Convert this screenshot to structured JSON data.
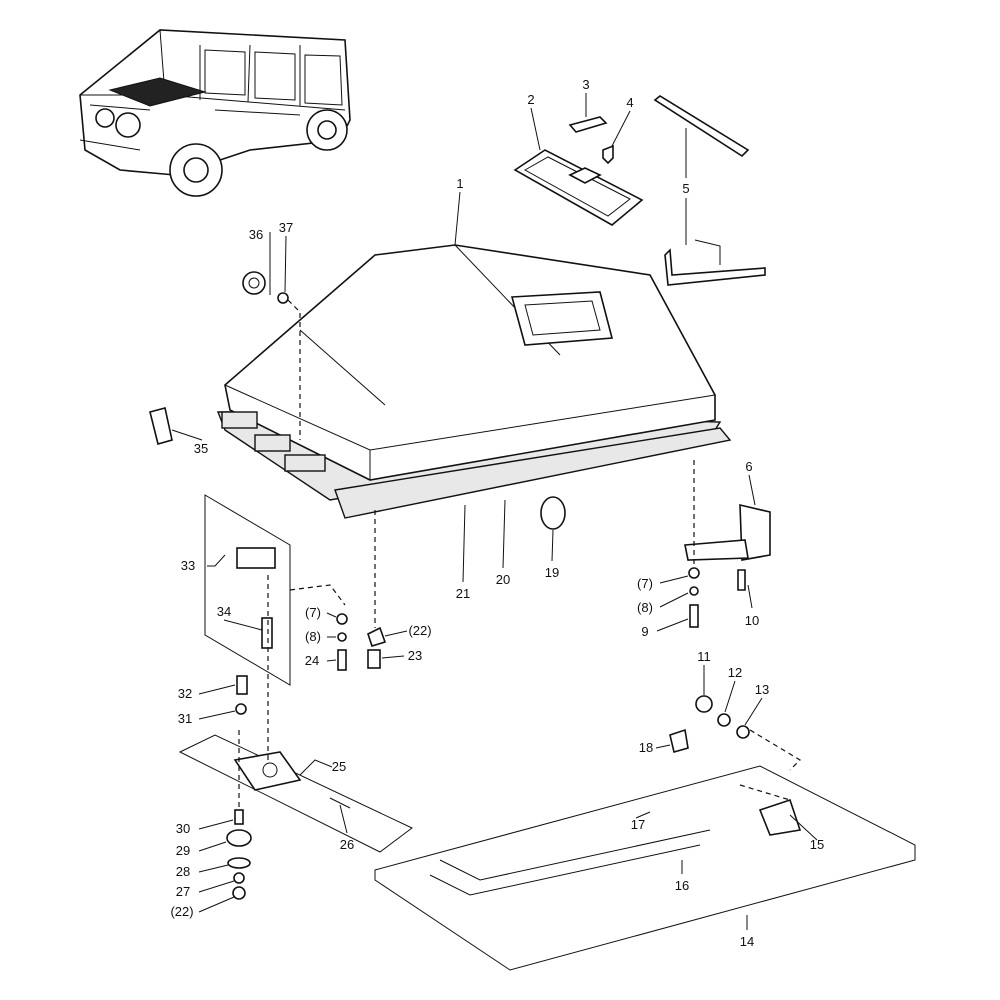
{
  "title": "Hood assembly exploded parts diagram",
  "labels": {
    "p1": "1",
    "p2": "2",
    "p3": "3",
    "p4": "4",
    "p5": "5",
    "p6": "6",
    "p7a": "(7)",
    "p8a": "(8)",
    "p9": "9",
    "p10": "10",
    "p11": "11",
    "p12": "12",
    "p13": "13",
    "p14": "14",
    "p15": "15",
    "p16": "16",
    "p17": "17",
    "p18": "18",
    "p19": "19",
    "p20": "20",
    "p21": "21",
    "p22a": "(22)",
    "p23": "23",
    "p24": "24",
    "p7b": "(7)",
    "p8b": "(8)",
    "p25": "25",
    "p26": "26",
    "p27": "27",
    "p22b": "(22)",
    "p28": "28",
    "p29": "29",
    "p30": "30",
    "p31": "31",
    "p32": "32",
    "p33": "33",
    "p34": "34",
    "p35": "35",
    "p36": "36",
    "p37": "37"
  }
}
